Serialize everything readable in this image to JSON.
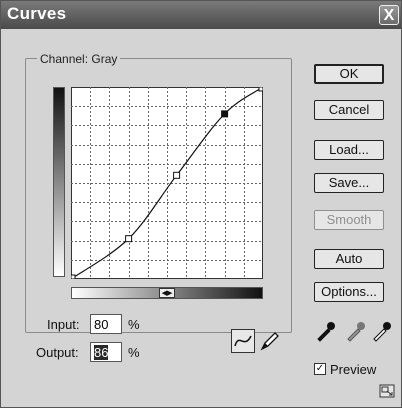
{
  "window": {
    "title": "Curves",
    "close_glyph": "X"
  },
  "channel": {
    "label": "Channel:",
    "value": "Gray"
  },
  "input": {
    "label": "Input:",
    "value": "80",
    "unit": "%"
  },
  "output": {
    "label": "Output:",
    "value": "86",
    "unit": "%"
  },
  "buttons": {
    "ok": "OK",
    "cancel": "Cancel",
    "load": "Load...",
    "save": "Save...",
    "smooth": "Smooth",
    "auto": "Auto",
    "options": "Options..."
  },
  "preview": {
    "label": "Preview",
    "checked": true
  },
  "gradient_toggle_glyph": "◀▶",
  "icons": {
    "close": "close-icon",
    "curve_tool": "curve-tool-icon",
    "pencil_tool": "pencil-icon",
    "black_eyedropper": "black-eyedropper-icon",
    "gray_eyedropper": "gray-eyedropper-icon",
    "white_eyedropper": "white-eyedropper-icon",
    "resize": "expand-view-icon"
  },
  "curve": {
    "input_range": [
      0,
      100
    ],
    "output_range": [
      0,
      100
    ],
    "grid_divisions": 10,
    "control_points": [
      {
        "input": 30,
        "output": 21
      },
      {
        "input": 55,
        "output": 54
      },
      {
        "input": 80,
        "output": 86
      }
    ],
    "end_points": [
      {
        "input": 0,
        "output": 0
      },
      {
        "input": 100,
        "output": 100
      }
    ]
  }
}
